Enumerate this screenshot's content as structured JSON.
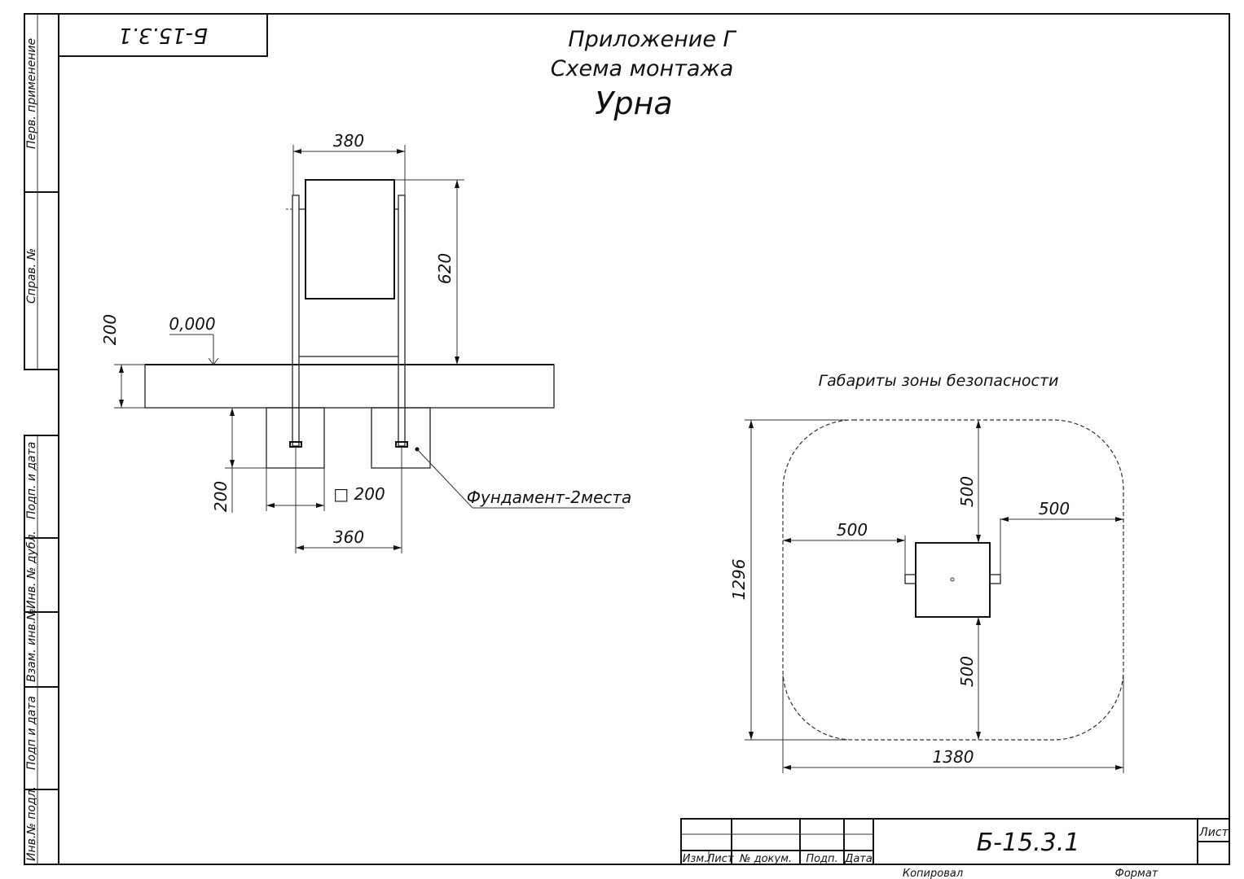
{
  "sheet": {
    "code_stamp": "Б-15.3.1",
    "title_line1": "Приложение Г",
    "title_line2": "Схема монтажа",
    "title_line3": "Урна"
  },
  "side_panel": {
    "perv_primenenie": "Перв. применение",
    "sprav_no": "Справ. №",
    "podp_i_data_1": "Подп. и дата",
    "inv_no_dubl": "Инв. № дубл.",
    "vzam_inv_no": "Взам. инв.№",
    "podp_i_data_2": "Подп и дата",
    "inv_no_podl": "Инв.№ подл."
  },
  "left_view": {
    "dim_width": "380",
    "dim_height": "620",
    "dim_depth": "200",
    "level_mark": "0,000",
    "dim_foundation_depth": "200",
    "foundation_size": "□ 200",
    "dim_post_spacing": "360",
    "foundation_note": "Фундамент-2места"
  },
  "safety_zone": {
    "title": "Габариты зоны безопасности",
    "dim_top": "500",
    "dim_right": "500",
    "dim_left": "500",
    "dim_bottom": "500",
    "dim_height": "1296",
    "dim_width": "1380"
  },
  "title_block": {
    "col_izm_list": "Изм.",
    "col_list": "Лист",
    "col_no_dokum": "№ докум.",
    "col_podp": "Подп.",
    "col_data": "Дата",
    "designation": "Б-15.3.1",
    "sheet_label": "Лист",
    "kopiroval": "Копировал",
    "format": "Формат"
  }
}
